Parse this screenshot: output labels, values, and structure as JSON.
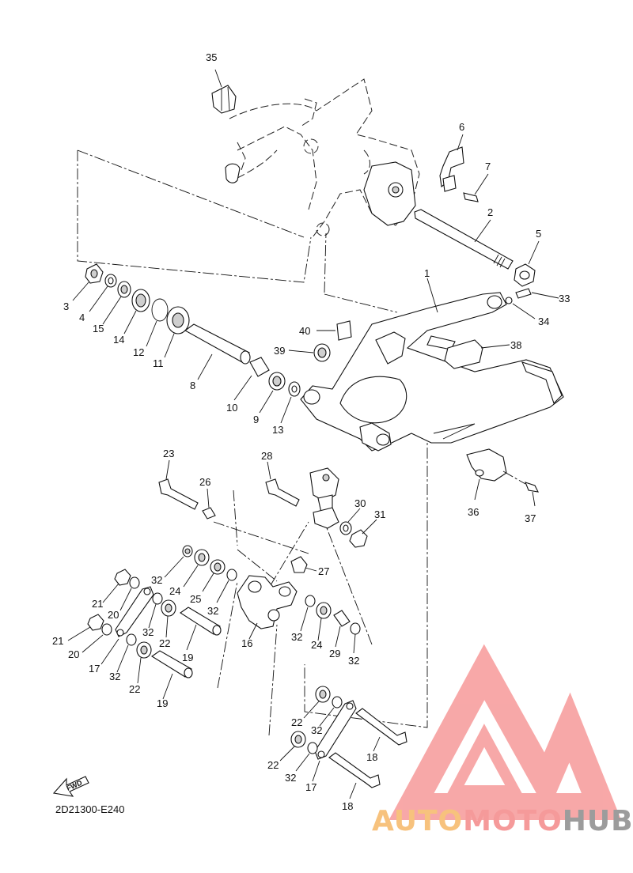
{
  "diagram_code": "2D21300-E240",
  "fwd_label": "FWD",
  "brand": {
    "part1": "AUTO",
    "part2": "MOTO",
    "part3": "HUB"
  },
  "colors": {
    "logo_red": "#f58b8b",
    "logo_orange": "#f7c27d",
    "logo_gray": "#9c9c9c",
    "line": "#111111"
  },
  "callouts": [
    {
      "id": "c35",
      "text": "35"
    },
    {
      "id": "c6",
      "text": "6"
    },
    {
      "id": "c7",
      "text": "7"
    },
    {
      "id": "c2",
      "text": "2"
    },
    {
      "id": "c5",
      "text": "5"
    },
    {
      "id": "c1",
      "text": "1"
    },
    {
      "id": "c33",
      "text": "33"
    },
    {
      "id": "c34",
      "text": "34"
    },
    {
      "id": "c40",
      "text": "40"
    },
    {
      "id": "c38",
      "text": "38"
    },
    {
      "id": "c39",
      "text": "39"
    },
    {
      "id": "c3",
      "text": "3"
    },
    {
      "id": "c4",
      "text": "4"
    },
    {
      "id": "c15",
      "text": "15"
    },
    {
      "id": "c14",
      "text": "14"
    },
    {
      "id": "c12",
      "text": "12"
    },
    {
      "id": "c11",
      "text": "11"
    },
    {
      "id": "c8",
      "text": "8"
    },
    {
      "id": "c10",
      "text": "10"
    },
    {
      "id": "c9",
      "text": "9"
    },
    {
      "id": "c13",
      "text": "13"
    },
    {
      "id": "c23",
      "text": "23"
    },
    {
      "id": "c28",
      "text": "28"
    },
    {
      "id": "c26",
      "text": "26"
    },
    {
      "id": "c36",
      "text": "36"
    },
    {
      "id": "c37",
      "text": "37"
    },
    {
      "id": "c30",
      "text": "30"
    },
    {
      "id": "c31",
      "text": "31"
    },
    {
      "id": "c27",
      "text": "27"
    },
    {
      "id": "c32a",
      "text": "32"
    },
    {
      "id": "c24a",
      "text": "24"
    },
    {
      "id": "c25",
      "text": "25"
    },
    {
      "id": "c32b",
      "text": "32"
    },
    {
      "id": "c21a",
      "text": "21"
    },
    {
      "id": "c20a",
      "text": "20"
    },
    {
      "id": "c21b",
      "text": "21"
    },
    {
      "id": "c20b",
      "text": "20"
    },
    {
      "id": "c32c",
      "text": "32"
    },
    {
      "id": "c22a",
      "text": "22"
    },
    {
      "id": "c19a",
      "text": "19"
    },
    {
      "id": "c16",
      "text": "16"
    },
    {
      "id": "c32d",
      "text": "32"
    },
    {
      "id": "c24b",
      "text": "24"
    },
    {
      "id": "c29",
      "text": "29"
    },
    {
      "id": "c32e",
      "text": "32"
    },
    {
      "id": "c17a",
      "text": "17"
    },
    {
      "id": "c32f",
      "text": "32"
    },
    {
      "id": "c22b",
      "text": "22"
    },
    {
      "id": "c19b",
      "text": "19"
    },
    {
      "id": "c22c",
      "text": "22"
    },
    {
      "id": "c32g",
      "text": "32"
    },
    {
      "id": "c18a",
      "text": "18"
    },
    {
      "id": "c22d",
      "text": "22"
    },
    {
      "id": "c32h",
      "text": "32"
    },
    {
      "id": "c17b",
      "text": "17"
    },
    {
      "id": "c18b",
      "text": "18"
    }
  ]
}
